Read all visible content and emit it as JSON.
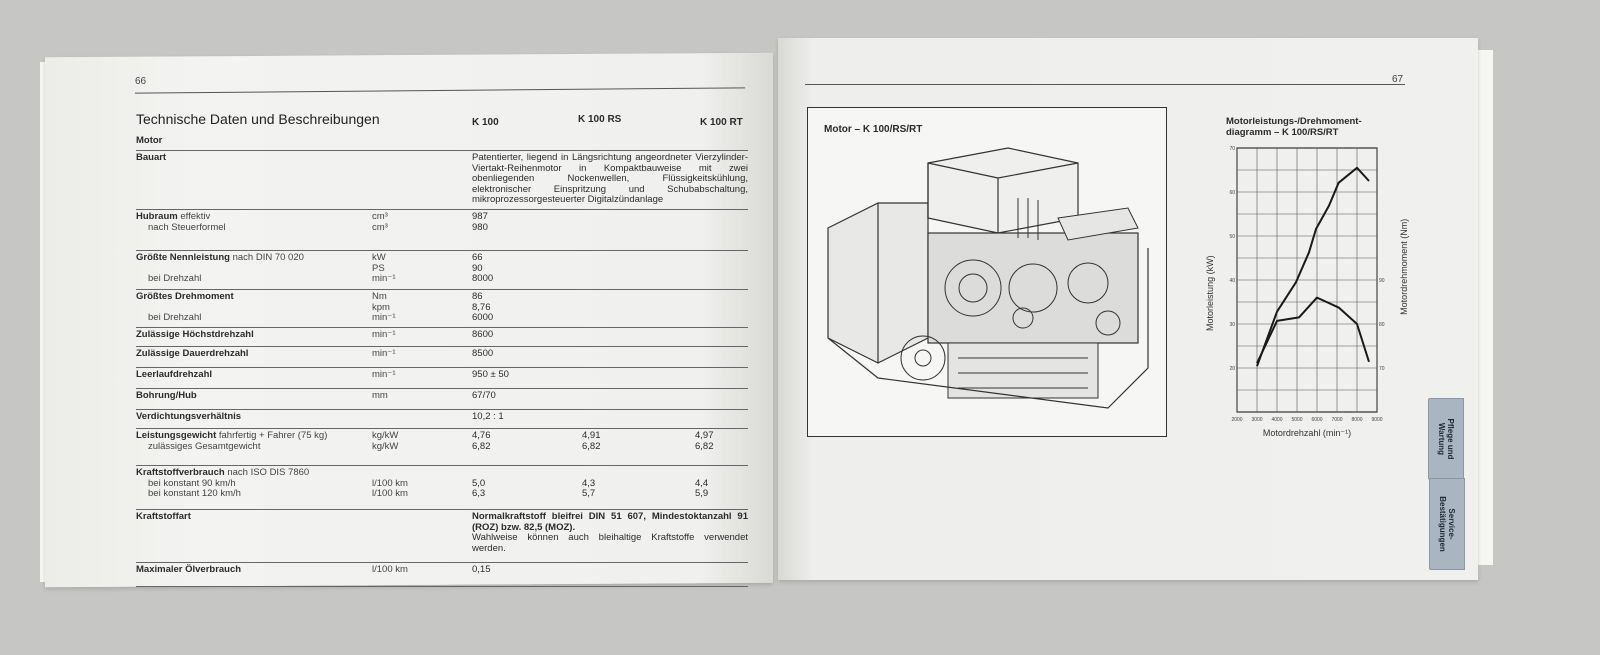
{
  "left_page": {
    "page_number": "66",
    "title": "Technische Daten und Beschreibungen",
    "columns": [
      "K 100",
      "K 100 RS",
      "K 100 RT"
    ],
    "rows": [
      {
        "label": "Motor",
        "note": "",
        "sub": [],
        "units": [],
        "k100": [],
        "rs": [],
        "rt": []
      },
      {
        "label": "Bauart",
        "note": "",
        "sub": [],
        "units": [],
        "k100": [],
        "rs": [],
        "rt": [],
        "desc": "Patentierter, liegend in Längsrichtung angeordneter Vierzylinder-Viertakt-Reihenmotor in Kompaktbauweise mit zwei obenliegenden Nockenwellen, Flüssigkeitskühlung, elektronischer Einspritzung und Schubabschaltung, mikroprozessorgesteuerter Digitalzündanlage"
      },
      {
        "label": "Hubraum",
        "note": "effektiv",
        "sub": [
          "nach Steuerformel"
        ],
        "units": [
          "cm³",
          "cm³"
        ],
        "k100": [
          "987",
          "980"
        ],
        "rs": [],
        "rt": []
      },
      {
        "label": "Größte Nennleistung",
        "note": "nach DIN 70 020",
        "sub": [
          "",
          "bei Drehzahl"
        ],
        "units": [
          "kW",
          "PS",
          "min⁻¹"
        ],
        "k100": [
          "66",
          "90",
          "8000"
        ],
        "rs": [],
        "rt": []
      },
      {
        "label": "Größtes Drehmoment",
        "note": "",
        "sub": [
          "",
          "bei Drehzahl"
        ],
        "units": [
          "Nm",
          "kpm",
          "min⁻¹"
        ],
        "k100": [
          "86",
          "8,76",
          "6000"
        ],
        "rs": [],
        "rt": []
      },
      {
        "label": "Zulässige Höchstdrehzahl",
        "note": "",
        "sub": [],
        "units": [
          "min⁻¹"
        ],
        "k100": [
          "8600"
        ],
        "rs": [],
        "rt": []
      },
      {
        "label": "Zulässige Dauerdrehzahl",
        "note": "",
        "sub": [],
        "units": [
          "min⁻¹"
        ],
        "k100": [
          "8500"
        ],
        "rs": [],
        "rt": []
      },
      {
        "label": "Leerlaufdrehzahl",
        "note": "",
        "sub": [],
        "units": [
          "min⁻¹"
        ],
        "k100": [
          "950 ± 50"
        ],
        "rs": [],
        "rt": []
      },
      {
        "label": "Bohrung/Hub",
        "note": "",
        "sub": [],
        "units": [
          "mm"
        ],
        "k100": [
          "67/70"
        ],
        "rs": [],
        "rt": []
      },
      {
        "label": "Verdichtungsverhältnis",
        "note": "",
        "sub": [],
        "units": [],
        "k100": [
          "10,2 : 1"
        ],
        "rs": [],
        "rt": []
      },
      {
        "label": "Leistungsgewicht",
        "note": "fahrfertig + Fahrer (75 kg)",
        "sub": [
          "zulässiges Gesamtgewicht"
        ],
        "units": [
          "kg/kW",
          "kg/kW"
        ],
        "k100": [
          "4,76",
          "6,82"
        ],
        "rs": [
          "4,91",
          "6,82"
        ],
        "rt": [
          "4,97",
          "6,82"
        ]
      },
      {
        "label": "Kraftstoffverbrauch",
        "note": "nach ISO DIS 7860",
        "sub": [
          "bei konstant  90 km/h",
          "bei konstant 120 km/h"
        ],
        "units": [
          "",
          "l/100 km",
          "l/100 km"
        ],
        "k100": [
          "",
          "5,0",
          "6,3"
        ],
        "rs": [
          "",
          "4,3",
          "5,7"
        ],
        "rt": [
          "",
          "4,4",
          "5,9"
        ]
      },
      {
        "label": "Kraftstoffart",
        "note": "",
        "sub": [],
        "units": [],
        "k100": [],
        "rs": [],
        "rt": [],
        "desc_bold": "Normalkraftstoff bleifrei DIN 51 607, Mindestoktanzahl 91 (ROZ) bzw. 82,5 (MOZ).",
        "desc": "Wahlweise können auch bleihaltige Kraftstoffe verwendet werden."
      },
      {
        "label": "Maximaler Ölverbrauch",
        "note": "",
        "sub": [],
        "units": [
          "l/100 km"
        ],
        "k100": [
          "0,15"
        ],
        "rs": [],
        "rt": []
      }
    ]
  },
  "right_page": {
    "page_number": "67",
    "figure_title": "Motor – K 100/RS/RT",
    "chart_title_line1": "Motorleistungs-/Drehmoment-",
    "chart_title_line2": "diagramm – K 100/RS/RT",
    "tabs": [
      {
        "label_line1": "Pflege und",
        "label_line2": "Wartung"
      },
      {
        "label_line1": "Service-",
        "label_line2": "Bestätigungen"
      }
    ]
  },
  "chart_data": {
    "type": "line",
    "title": "Motorleistungs-/Drehmomentdiagramm – K 100/RS/RT",
    "xlabel": "Motordrehzahl (min⁻¹)",
    "ylabel": "Motorleistung (kW)",
    "y2label": "Motordrehmoment (Nm)",
    "xlim": [
      2000,
      9000
    ],
    "ylim": [
      10,
      70
    ],
    "y2lim": [
      60,
      120
    ],
    "xticks": [
      2000,
      3000,
      4000,
      5000,
      6000,
      7000,
      8000,
      9000
    ],
    "yticks": [
      20,
      30,
      40,
      50,
      60,
      70
    ],
    "y2ticks": [
      70,
      80,
      90
    ],
    "grid": true,
    "series": [
      {
        "name": "Motorleistung (kW)",
        "axis": "left",
        "x": [
          3000,
          4000,
          4950,
          5600,
          5950,
          6600,
          7080,
          8000,
          8600
        ],
        "y": [
          20.4,
          32.8,
          39.5,
          46.3,
          51.6,
          56.9,
          62.1,
          65.5,
          62.5
        ]
      },
      {
        "name": "Motordrehmoment (Nm)",
        "axis": "right",
        "x": [
          3000,
          4000,
          5100,
          6000,
          7100,
          8000,
          8600
        ],
        "y": [
          71.1,
          80.7,
          81.5,
          86,
          83.7,
          80,
          71.4
        ]
      }
    ]
  }
}
